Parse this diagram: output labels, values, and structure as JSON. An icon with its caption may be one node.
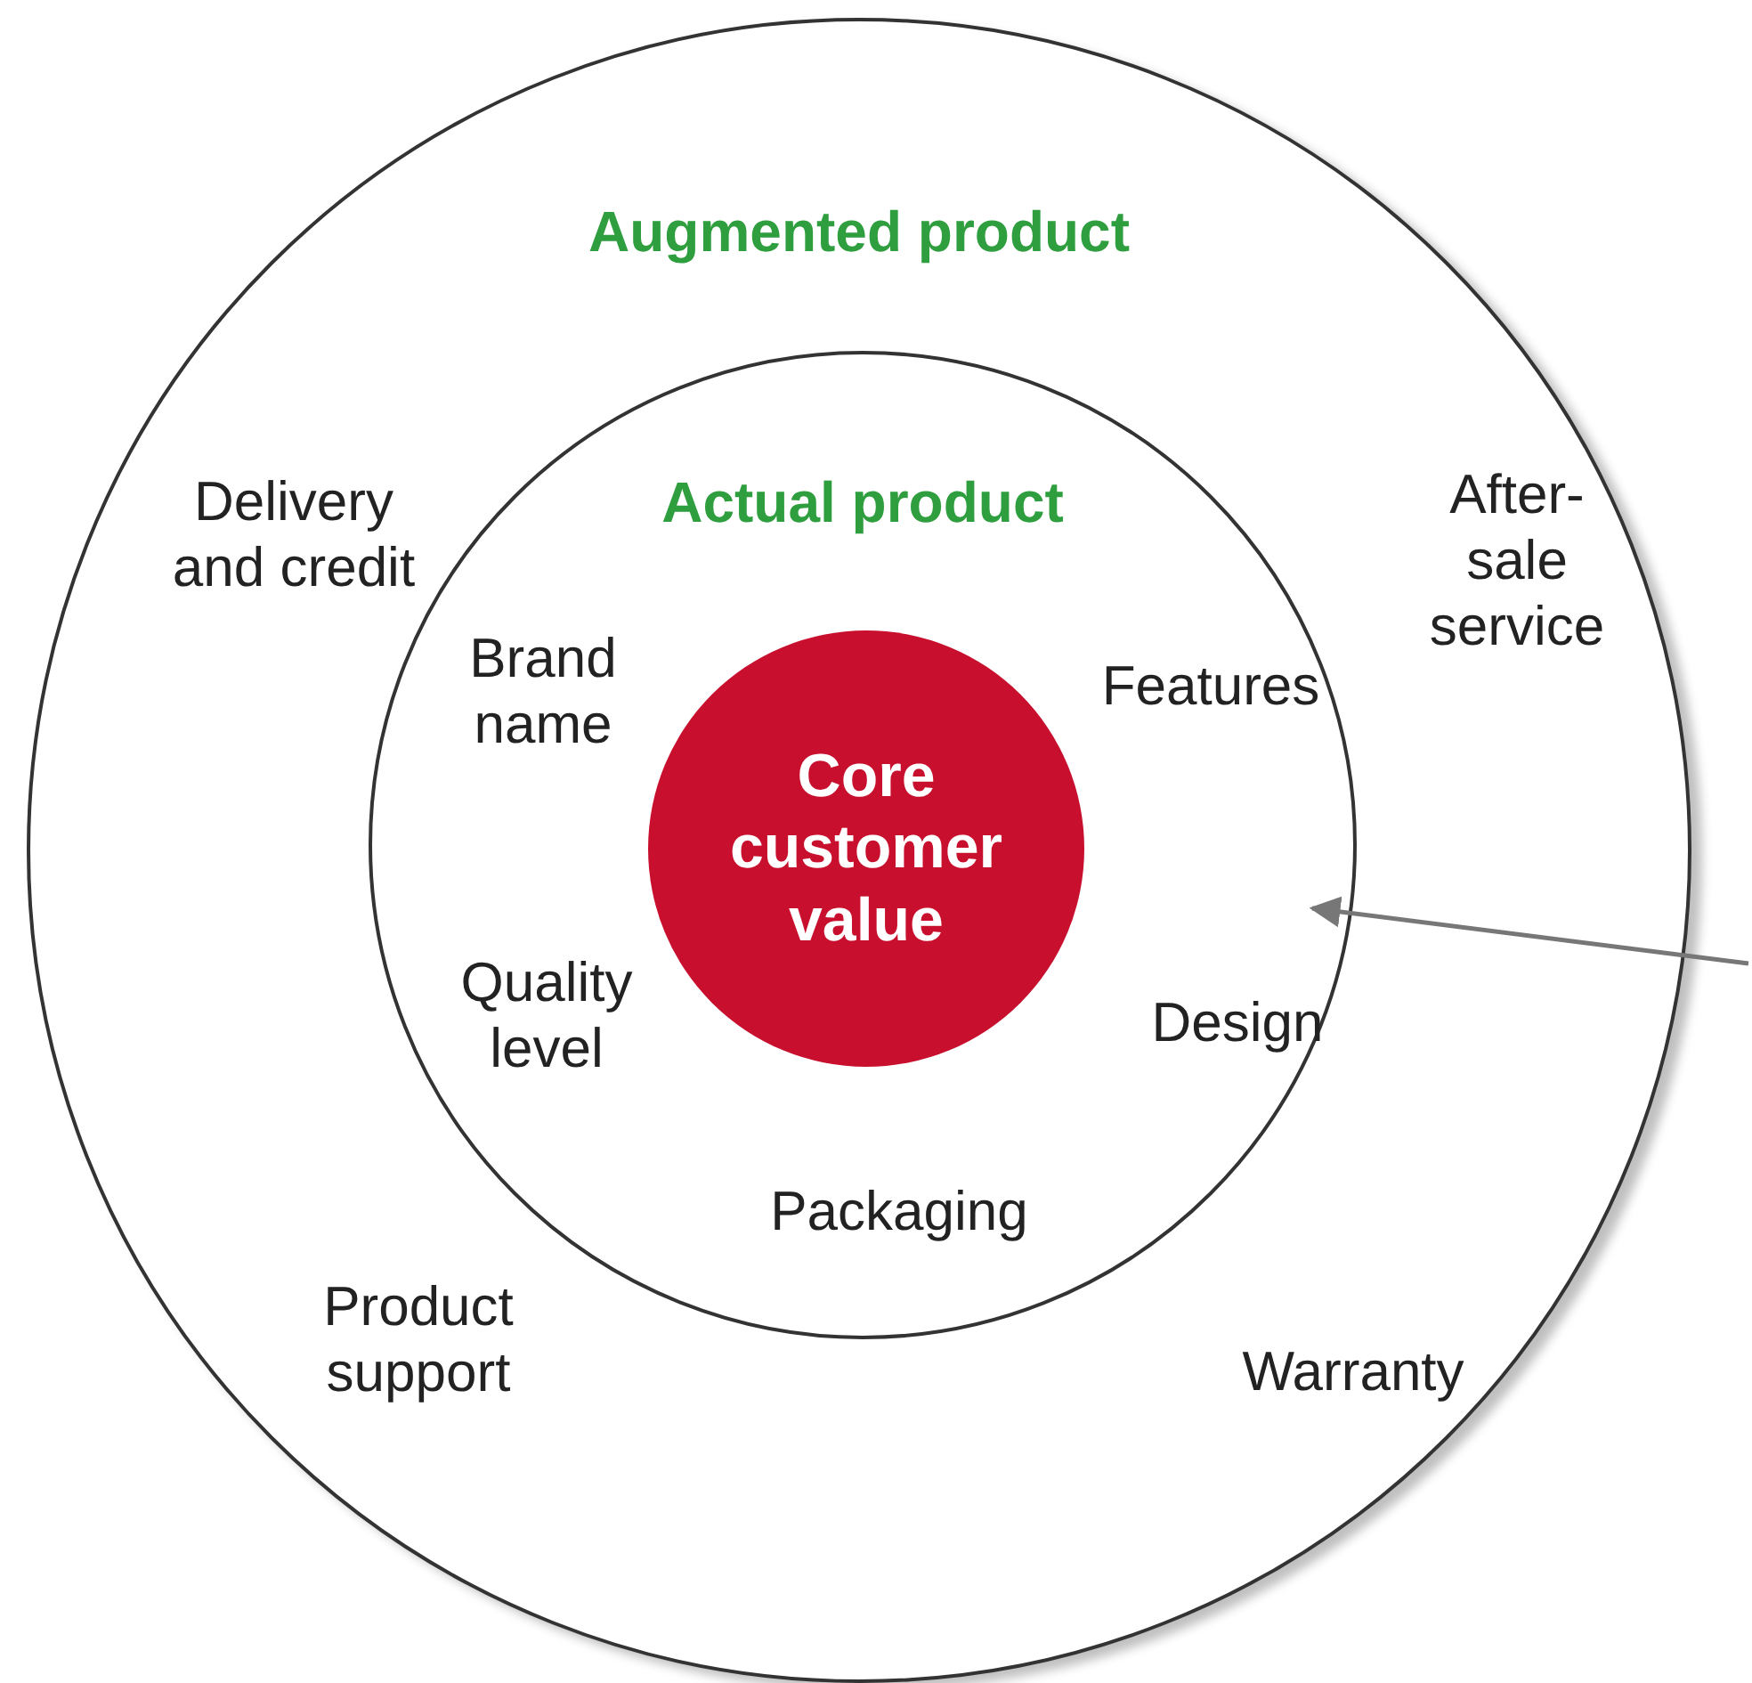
{
  "diagram": {
    "nodes": [
      {
        "text": [
          "Augmented product"
        ]
      },
      {
        "text": [
          "Actual product"
        ],
        "in": 0
      },
      {
        "text": [
          "Core customer value"
        ],
        "in": 1
      }
    ],
    "edges": [
      {
        "from": null,
        "to": 1,
        "arrow": "to",
        "color": "#777777"
      }
    ],
    "labels": [
      "Delivery and credit",
      "After-sale service",
      "Brand name",
      "Features",
      "Quality level",
      "Design",
      "Packaging",
      "Product support",
      "Warranty"
    ]
  }
}
